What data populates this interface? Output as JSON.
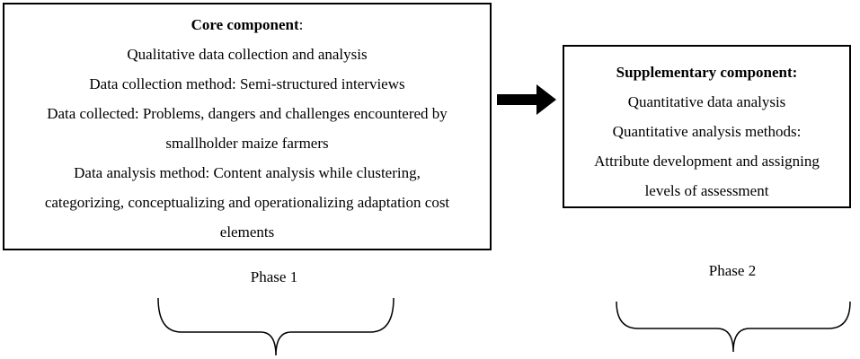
{
  "core": {
    "title": "Core component",
    "title_suffix": ":",
    "lines": [
      "Qualitative data collection and analysis",
      "Data collection method: Semi-structured interviews",
      "Data collected: Problems, dangers and challenges encountered by",
      "smallholder maize farmers",
      "Data analysis method: Content analysis while clustering,",
      "categorizing, conceptualizing and operationalizing adaptation cost",
      "elements"
    ]
  },
  "supplementary": {
    "title": "Supplementary component:",
    "lines": [
      "Quantitative data analysis",
      "Quantitative analysis methods:",
      "Attribute development and assigning",
      "levels of assessment"
    ]
  },
  "phases": {
    "phase1": "Phase 1",
    "phase2": "Phase 2"
  }
}
